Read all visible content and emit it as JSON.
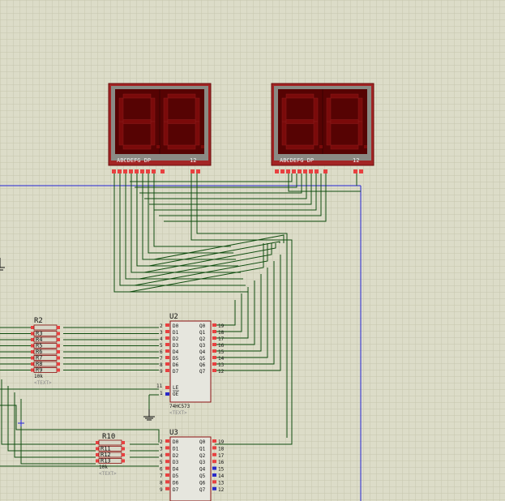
{
  "colors": {
    "background": "#dcdcc8",
    "grid": "#c4c4aa",
    "wire": "#0f4d0f",
    "display_body": "#9e1c1c",
    "display_face": "#560303",
    "pin_red": "#e84040",
    "pin_blue": "#2a2ac8",
    "chip_fill": "#e8e8e0",
    "chip_border": "#8a1010",
    "bus_line": "#1d1dd0"
  },
  "displays": [
    {
      "pin_label": "ABCDEFG  DP",
      "digit_label": "12"
    },
    {
      "pin_label": "ABCDEFG  DP",
      "digit_label": "12"
    }
  ],
  "u2": {
    "ref": "U2",
    "part": "74HC573",
    "text": "<TEXT>",
    "d_pins": [
      "2",
      "3",
      "4",
      "5",
      "6",
      "7",
      "8",
      "9"
    ],
    "d_labels": [
      "D0",
      "D1",
      "D2",
      "D3",
      "D4",
      "D5",
      "D6",
      "D7"
    ],
    "q_labels": [
      "Q0",
      "Q1",
      "Q2",
      "Q3",
      "Q4",
      "Q5",
      "Q6",
      "Q7"
    ],
    "q_pins": [
      "19",
      "18",
      "17",
      "16",
      "15",
      "14",
      "13",
      "12"
    ],
    "le_pin": "11",
    "le_label": "LE",
    "oe_pin": "1",
    "oe_label": "OE"
  },
  "u3": {
    "ref": "U3",
    "d_pins": [
      "2",
      "3",
      "4",
      "5",
      "6",
      "7",
      "8",
      "9"
    ],
    "d_labels": [
      "D0",
      "D1",
      "D2",
      "D3",
      "D4",
      "D5",
      "D6",
      "D7"
    ],
    "q_labels": [
      "Q0",
      "Q1",
      "Q2",
      "Q3",
      "Q4",
      "Q5",
      "Q6",
      "Q7"
    ],
    "q_pins": [
      "19",
      "18",
      "17",
      "16",
      "15",
      "14",
      "13",
      "12"
    ]
  },
  "r2": {
    "ref": "R2",
    "resistors": [
      "R3",
      "R4",
      "R5",
      "R6",
      "R7",
      "R8",
      "R9"
    ],
    "value": "10k",
    "text": "<TEXT>"
  },
  "r10": {
    "ref": "R10",
    "resistors": [
      "R11",
      "R12",
      "R13"
    ],
    "value": "10k",
    "text": "<TEXT>"
  }
}
